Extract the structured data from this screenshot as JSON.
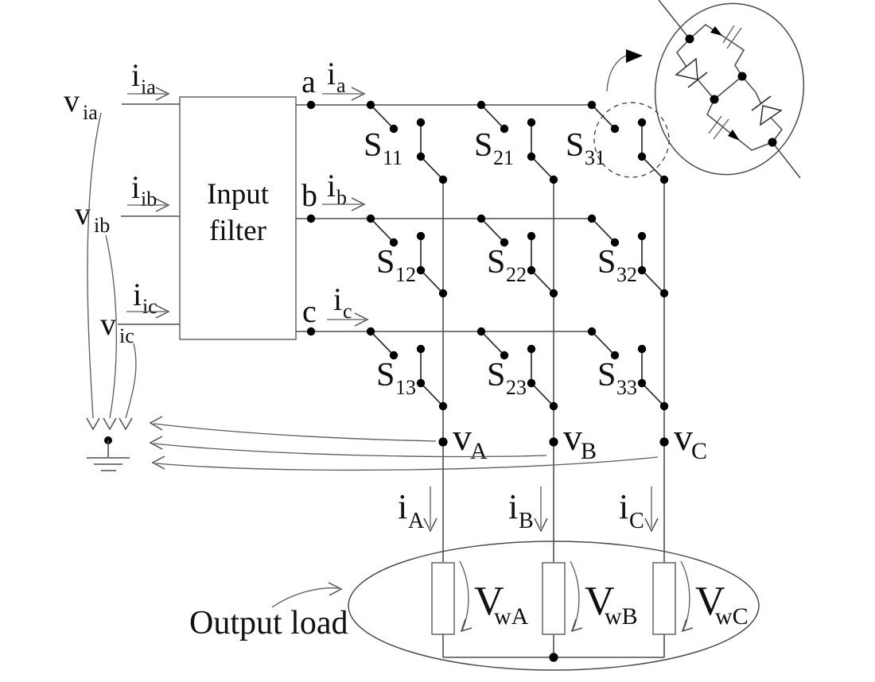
{
  "colors": {
    "wire": "#4f4f4f",
    "text": "#101010",
    "dot": "#000000",
    "background": "#ffffff"
  },
  "filter_box": {
    "line1": "Input",
    "line2": "filter"
  },
  "inputs": {
    "a": {
      "v": "v",
      "v_sub": "ia",
      "i": "i",
      "i_sub": "ia"
    },
    "b": {
      "v": "v",
      "v_sub": "ib",
      "i": "i",
      "i_sub": "ib"
    },
    "c": {
      "v": "v",
      "v_sub": "ic",
      "i": "i",
      "i_sub": "ic"
    }
  },
  "filter_outputs": {
    "a": {
      "node": "a",
      "i": "i",
      "i_sub": "a"
    },
    "b": {
      "node": "b",
      "i": "i",
      "i_sub": "b"
    },
    "c": {
      "node": "c",
      "i": "i",
      "i_sub": "c"
    }
  },
  "switches": {
    "s11": {
      "base": "S",
      "sub": "11"
    },
    "s21": {
      "base": "S",
      "sub": "21"
    },
    "s31": {
      "base": "S",
      "sub": "31"
    },
    "s12": {
      "base": "S",
      "sub": "12"
    },
    "s22": {
      "base": "S",
      "sub": "22"
    },
    "s32": {
      "base": "S",
      "sub": "32"
    },
    "s13": {
      "base": "S",
      "sub": "13"
    },
    "s23": {
      "base": "S",
      "sub": "23"
    },
    "s33": {
      "base": "S",
      "sub": "33"
    }
  },
  "output_nodes": {
    "A": {
      "v": "v",
      "v_sub": "A",
      "i": "i",
      "i_sub": "A",
      "load_v": "V",
      "load_v_sub": "wA"
    },
    "B": {
      "v": "v",
      "v_sub": "B",
      "i": "i",
      "i_sub": "B",
      "load_v": "V",
      "load_v_sub": "wB"
    },
    "C": {
      "v": "v",
      "v_sub": "C",
      "i": "i",
      "i_sub": "C",
      "load_v": "V",
      "load_v_sub": "wC"
    }
  },
  "load": {
    "label": "Output load"
  }
}
